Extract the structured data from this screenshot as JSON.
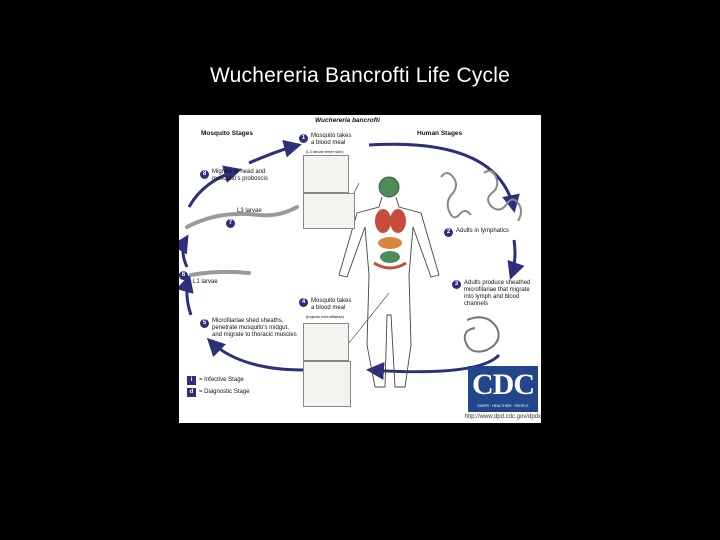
{
  "slide": {
    "title": "Wuchereria Bancrofti Life Cycle"
  },
  "diagram": {
    "title": "Wuchereria bancrofti",
    "mosquito_header": "Mosquito Stages",
    "human_header": "Human Stages",
    "steps": [
      {
        "num": "1",
        "text": "Mosquito takes\na blood meal",
        "sub": "(L3 larvae enter skin)"
      },
      {
        "num": "2",
        "text": "Adults in lymphatics"
      },
      {
        "num": "3",
        "text": "Adults produce sheathed\nmicrofilariae that migrate\ninto lymph and blood\nchannels"
      },
      {
        "num": "4",
        "text": "Mosquito takes\na blood meal",
        "sub": "(ingests microfilariae)"
      },
      {
        "num": "5",
        "text": "Microfilariae shed sheaths,\npenetrate mosquito's midgut,\nand migrate to thoracic muscles"
      },
      {
        "num": "6",
        "text": "L1 larvae"
      },
      {
        "num": "7",
        "text": "L3 larvae"
      },
      {
        "num": "8",
        "text": "Migrate to head and\nmosquito's proboscis"
      }
    ],
    "legend": [
      {
        "badge": "i",
        "text": "= Infective Stage"
      },
      {
        "badge": "d",
        "text": "= Diagnostic Stage"
      }
    ],
    "cdc_logo": "CDC",
    "cdc_tagline": "SAFER · HEALTHIER · PEOPLE",
    "cdc_url": "http://www.dpd.cdc.gov/dpdx",
    "icons": [
      "mosquito-icon",
      "human-body-icon",
      "worm-icon",
      "male-symbol-icon",
      "female-symbol-icon",
      "cdc-logo"
    ],
    "colors": {
      "arrow": "#2c2f7a",
      "badge": "#2c2f7a",
      "cdc_blue": "#21468c",
      "organs_red": "#c84b3c",
      "organs_green": "#4e8c5a",
      "organs_orange": "#d9863c"
    }
  }
}
